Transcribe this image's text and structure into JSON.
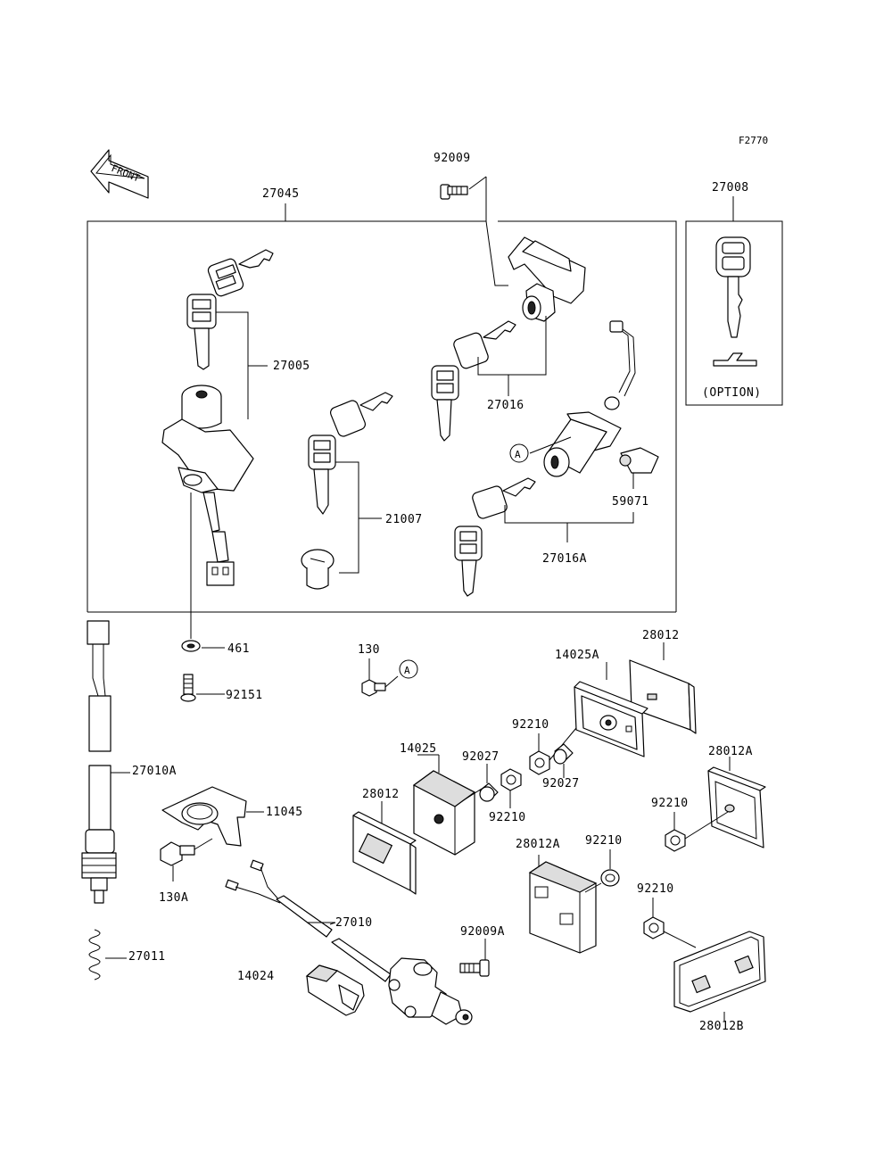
{
  "figure_code": "F2770",
  "front_arrow_text": "FRONT",
  "option_text": "(OPTION)",
  "callout_A": "A",
  "part_labels": {
    "p92009": "92009",
    "p27045": "27045",
    "p27008": "27008",
    "p27005": "27005",
    "p27016": "27016",
    "p21007": "21007",
    "p59071": "59071",
    "p27016A": "27016A",
    "p461": "461",
    "p92151": "92151",
    "p130": "130",
    "p14025A": "14025A",
    "p28012_top": "28012",
    "p92210_a": "92210",
    "p92027_a": "92027",
    "p14025": "14025",
    "p92027_b": "92027",
    "p28012A_right": "28012A",
    "p27010A": "27010A",
    "p11045": "11045",
    "p28012_left": "28012",
    "p92210_b": "92210",
    "p92210_c": "92210",
    "p28012A_mid": "28012A",
    "p92210_d": "92210",
    "p130A": "130A",
    "p92210_e": "92210",
    "p27010": "27010",
    "p92009A": "92009A",
    "p27011": "27011",
    "p14024": "14024",
    "p28012B": "28012B"
  }
}
